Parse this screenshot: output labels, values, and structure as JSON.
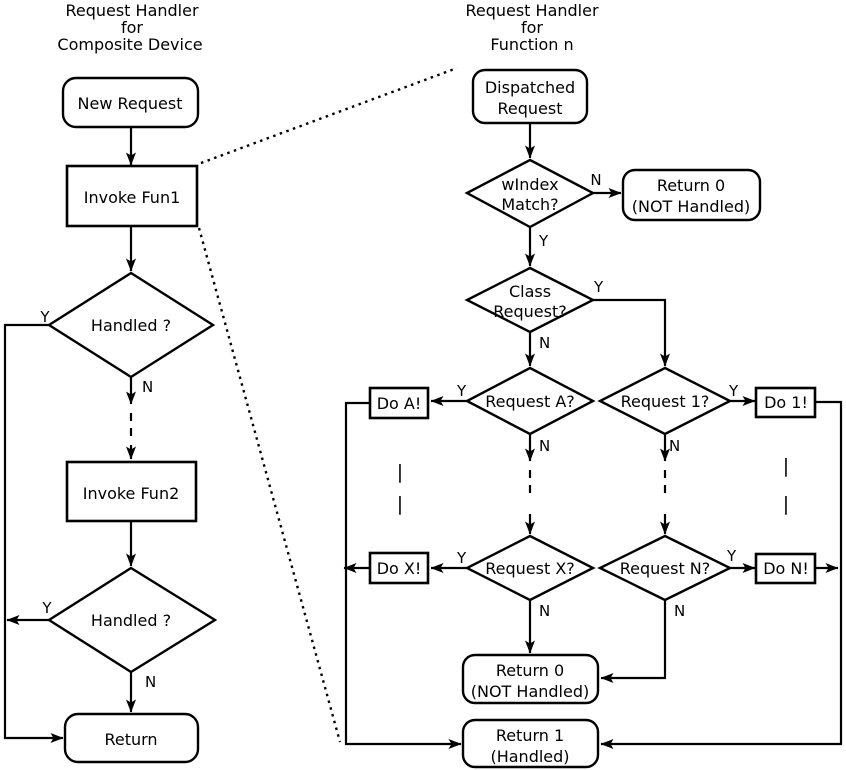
{
  "colors": {
    "background": "#ffffff",
    "stroke": "#000000"
  },
  "left_flow": {
    "title_lines": [
      "Request Handler",
      "for",
      "Composite Device"
    ],
    "nodes": {
      "new_request": "New Request",
      "invoke_fun1": "Invoke Fun1",
      "handled_1": "Handled ?",
      "invoke_fun2": "Invoke Fun2",
      "handled_2": "Handled ?",
      "return": "Return"
    },
    "branch_labels": {
      "handled_1_yes": "Y",
      "handled_1_no": "N",
      "handled_2_yes": "Y",
      "handled_2_no": "N"
    }
  },
  "right_flow": {
    "title_lines": [
      "Request Handler",
      "for",
      "Function n"
    ],
    "nodes": {
      "dispatched_request_lines": [
        "Dispatched",
        "Request"
      ],
      "windex_match_lines": [
        "wIndex",
        "Match?"
      ],
      "return_0_top_lines": [
        "Return 0",
        "(NOT Handled)"
      ],
      "class_request_lines": [
        "Class",
        "Request?"
      ],
      "request_a": "Request A?",
      "request_1": "Request 1?",
      "do_a": "Do A!",
      "do_1": "Do 1!",
      "request_x": "Request X?",
      "request_n": "Request N?",
      "do_x": "Do X!",
      "do_n": "Do N!",
      "return_0_bottom_lines": [
        "Return 0",
        "(NOT Handled)"
      ],
      "return_1_lines": [
        "Return 1",
        "(Handled)"
      ]
    },
    "branch_labels": {
      "windex_yes": "Y",
      "windex_no": "N",
      "class_yes": "Y",
      "class_no": "N",
      "request_a_yes": "Y",
      "request_a_no": "N",
      "request_1_yes": "Y",
      "request_1_no": "N",
      "request_x_yes": "Y",
      "request_x_no": "N",
      "request_n_yes": "Y",
      "request_n_no": "N"
    },
    "continuation_mark": "|"
  }
}
